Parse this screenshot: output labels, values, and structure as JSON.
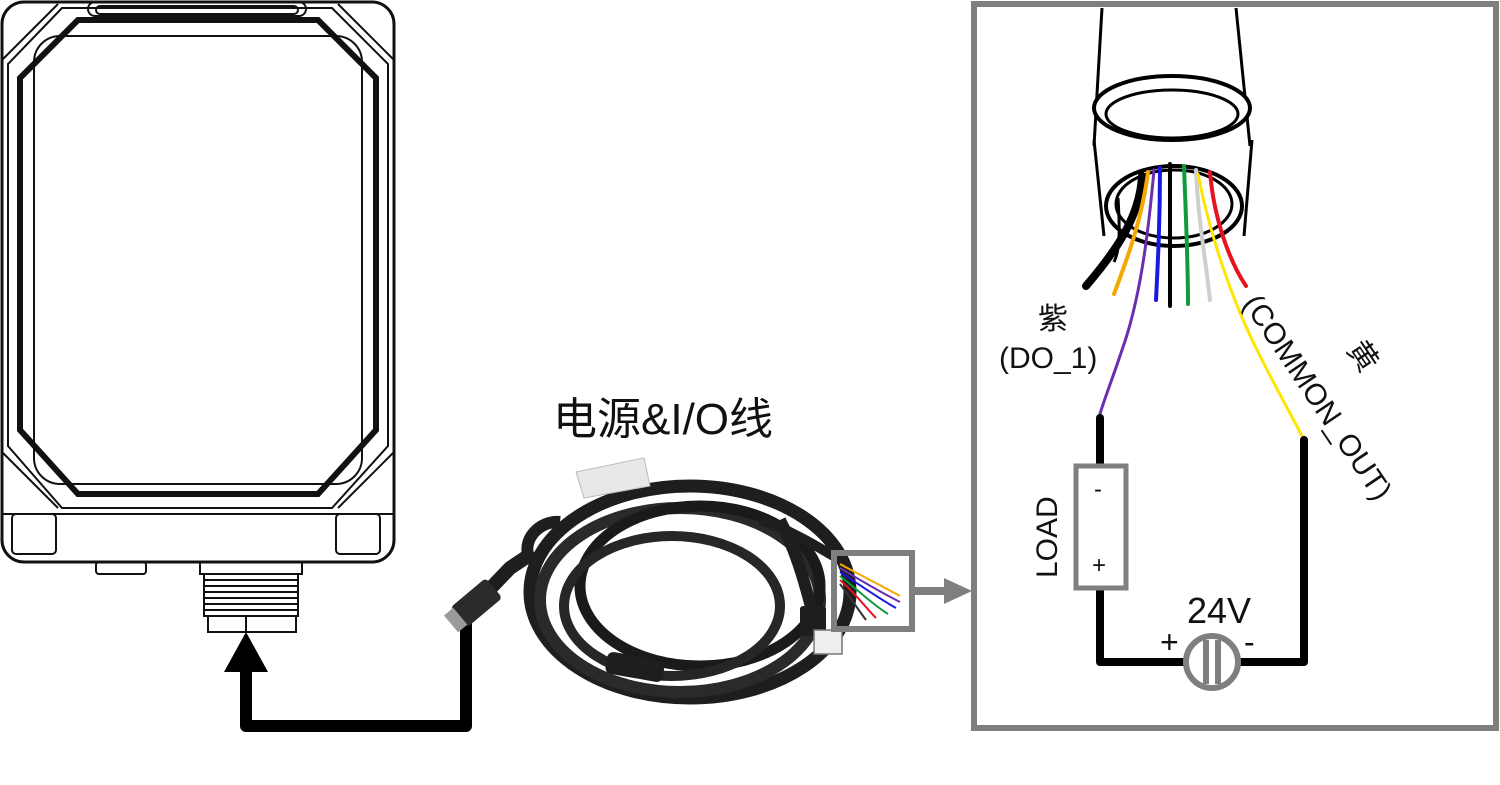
{
  "labels": {
    "cable_title": "电源&I/O线",
    "purple_wire_color": "紫",
    "purple_wire_signal": "(DO_1)",
    "yellow_wire_color": "黄",
    "yellow_wire_signal": "(COMMON_OUT)",
    "load": "LOAD",
    "load_minus": "-",
    "load_plus": "+",
    "supply_voltage": "24V",
    "supply_plus": "+",
    "supply_minus": "-"
  },
  "wire_colors": [
    "#000000",
    "#f5a800",
    "#6a2fb0",
    "#1919e6",
    "#000000",
    "#0f9a3c",
    "#dcdcdc",
    "#ffe600",
    "#e6141e"
  ],
  "colors": {
    "frame": "#7f7f7f",
    "purple_wire": "#6a2fb0",
    "yellow_wire": "#ffe600",
    "cable_black": "#1e1e1e"
  }
}
